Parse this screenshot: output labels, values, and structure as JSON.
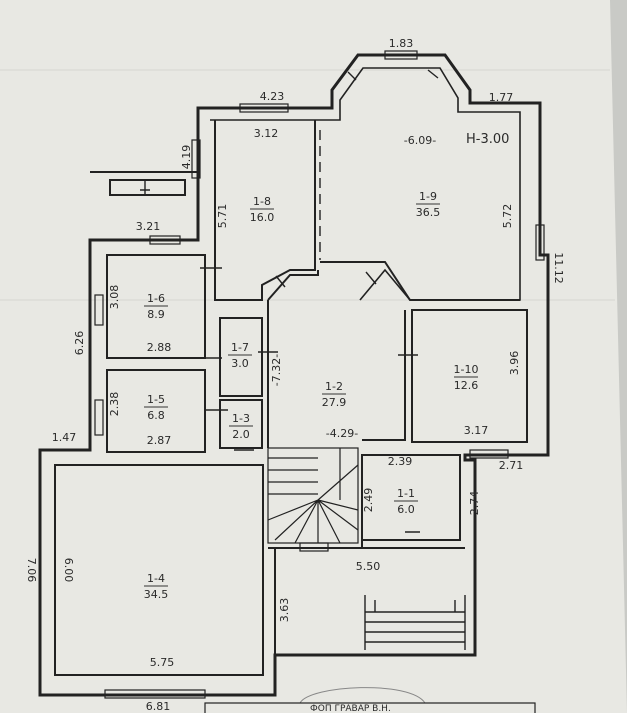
{
  "plan": {
    "paper_color": "#e8e8e3",
    "background_color": "#c9cac6",
    "line_color": "#222222",
    "height_mark": "Н-3.00",
    "stamp_text": "ФОП ГРАВАР В.Н.",
    "rooms": [
      {
        "id": "1-8",
        "area": "16.0"
      },
      {
        "id": "1-9",
        "area": "36.5"
      },
      {
        "id": "1-6",
        "area": "8.9"
      },
      {
        "id": "1-7",
        "area": "3.0"
      },
      {
        "id": "1-5",
        "area": "6.8"
      },
      {
        "id": "1-3",
        "area": "2.0"
      },
      {
        "id": "1-2",
        "area": "27.9"
      },
      {
        "id": "1-10",
        "area": "12.6"
      },
      {
        "id": "1-1",
        "area": "6.0"
      },
      {
        "id": "1-4",
        "area": "34.5"
      }
    ],
    "dimensions": {
      "bay_top": "1.83",
      "top_left": "4.23",
      "top_right": "1.77",
      "r18_top": "3.12",
      "r18_left": "5.71",
      "r19_width": "-6.09-",
      "r19_right": "5.72",
      "outer_left_upper": "4.19",
      "upper_w": "3.21",
      "r16_h": "3.08",
      "r16_w": "2.88",
      "outer_left_mid": "6.26",
      "r15_h": "2.38",
      "r15_w": "2.87",
      "left_step": "1.47",
      "r17_h": "-7.32-",
      "r12_w": "-4.29-",
      "r110_h": "3.96",
      "r110_w": "3.17",
      "right_total": "11.12",
      "right_step": "2.71",
      "r11_w": "2.39",
      "r11_h": "2.49",
      "right_lower": "2.74",
      "porch_w": "5.50",
      "porch_h": "3.63",
      "outer_left_bottom": "7.06",
      "r14_h": "6.00",
      "r14_w": "5.75",
      "bottom_total": "6.81"
    }
  }
}
